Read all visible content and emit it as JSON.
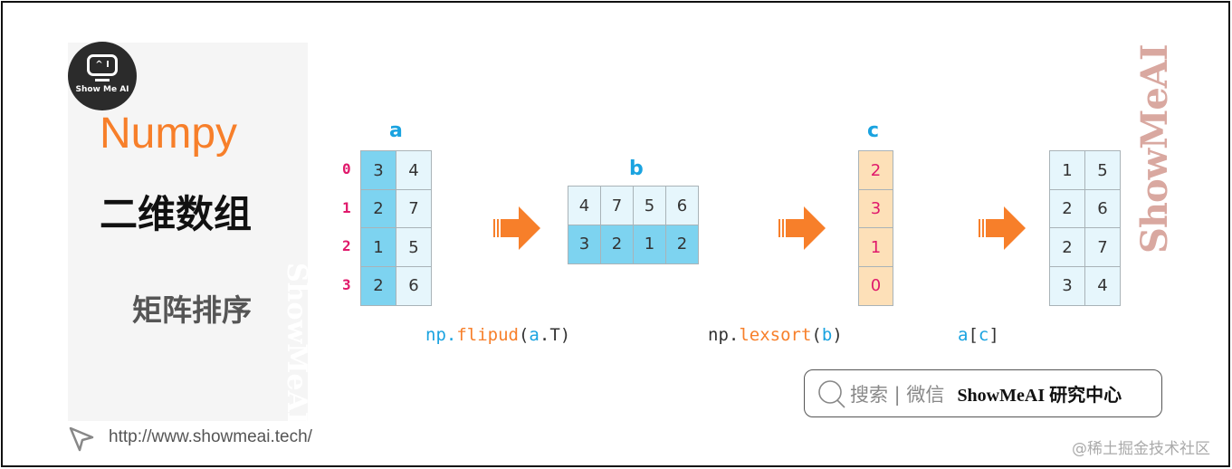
{
  "logo": {
    "screen_text": "^ I",
    "brand": "Show Me AI"
  },
  "title": "Numpy",
  "subtitle": "二维数组",
  "topic": "矩阵排序",
  "url": "http://www.showmeai.tech/",
  "colors": {
    "accent_orange": "#f77f2a",
    "label_blue": "#1aa3e0",
    "index_pink": "#e0196b",
    "cell_dark": "#7dd3f0",
    "cell_light": "#e6f6fc",
    "cell_orange": "#fde0b8"
  },
  "arrays": {
    "a": {
      "label": "a",
      "indices": [
        "0",
        "1",
        "2",
        "3"
      ],
      "rows": [
        [
          "3",
          "4"
        ],
        [
          "2",
          "7"
        ],
        [
          "1",
          "5"
        ],
        [
          "2",
          "6"
        ]
      ]
    },
    "b": {
      "label": "b",
      "rows": [
        [
          "4",
          "7",
          "5",
          "6"
        ],
        [
          "3",
          "2",
          "1",
          "2"
        ]
      ]
    },
    "c": {
      "label": "c",
      "values": [
        "2",
        "3",
        "1",
        "0"
      ]
    },
    "result": {
      "rows": [
        [
          "1",
          "5"
        ],
        [
          "2",
          "6"
        ],
        [
          "2",
          "7"
        ],
        [
          "3",
          "4"
        ]
      ]
    }
  },
  "captions": {
    "flipud": {
      "np": "np.",
      "fn": "flipud",
      "open": "(",
      "arg": "a",
      ".T": ".T",
      "close": ")"
    },
    "lexsort": {
      "np": "np.",
      "fn": "lexsort",
      "open": "(",
      "arg": "b",
      "close": ")"
    },
    "index": {
      "arr": "a",
      "open": "[",
      "arg": "c",
      "close": "]"
    }
  },
  "search_box": {
    "icon": "search-icon",
    "hint": "搜索 | 微信",
    "brand": "ShowMeAI 研究中心"
  },
  "watermark_vertical": "ShowMeAI",
  "watermark_panel": "ShowMeAI",
  "footer_watermark": "@稀土掘金技术社区"
}
